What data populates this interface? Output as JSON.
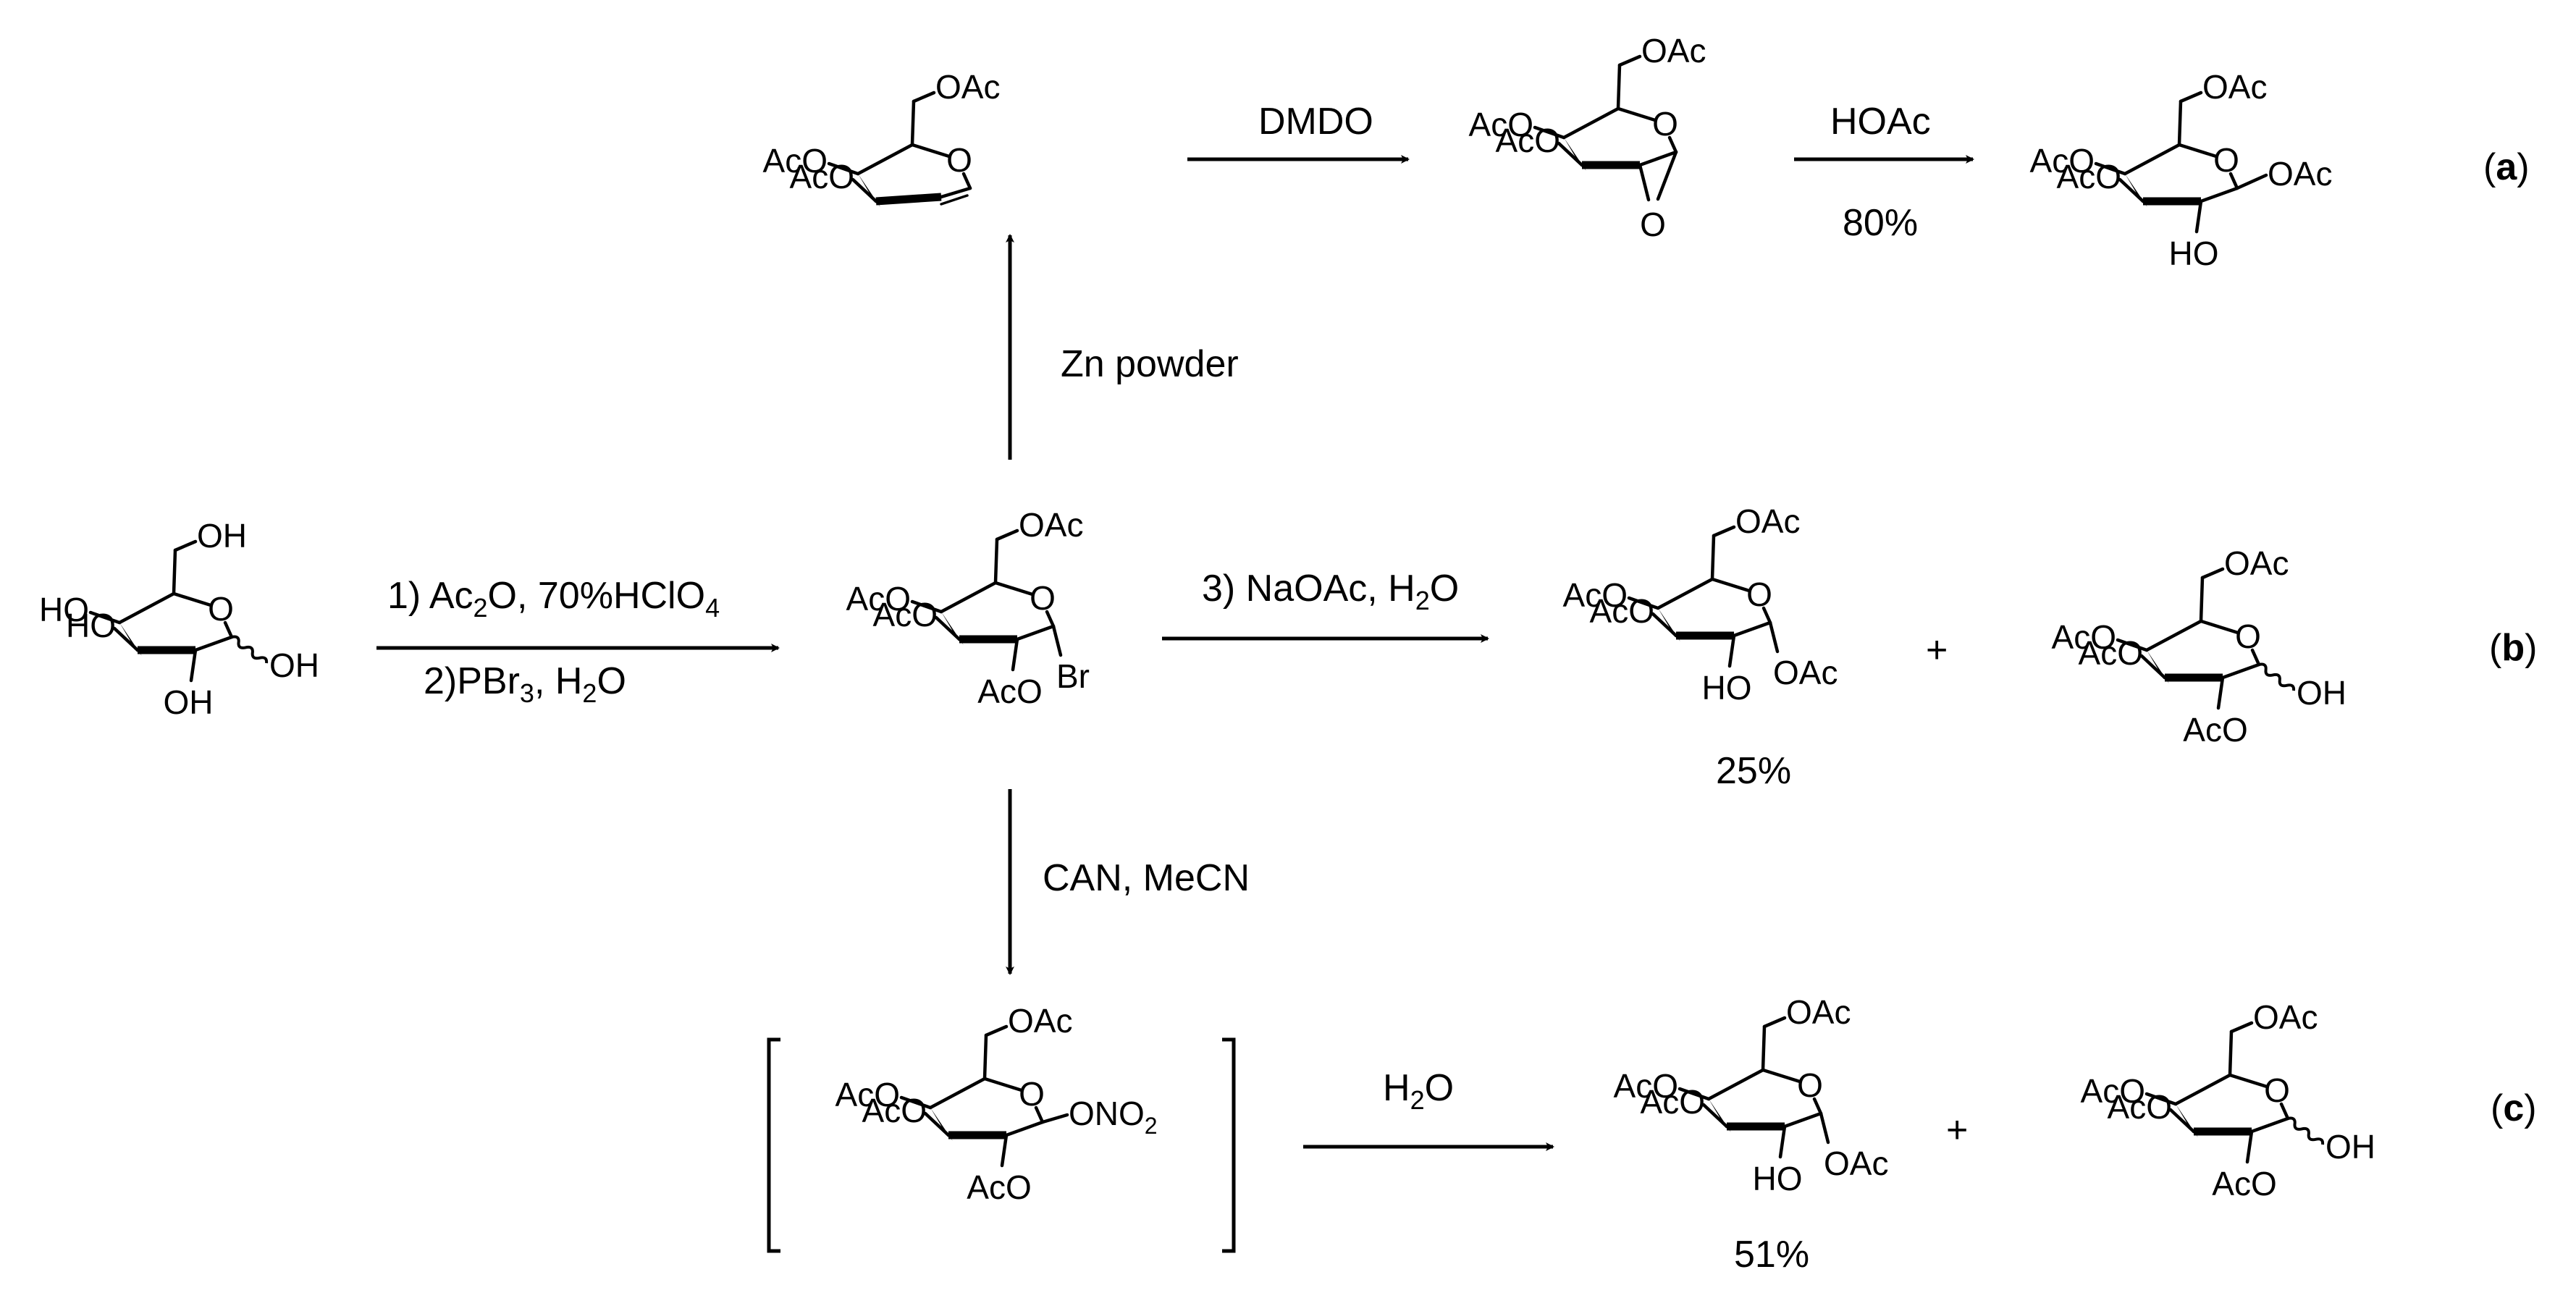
{
  "colors": {
    "ink": "#000000",
    "background": "#ffffff"
  },
  "substituents": {
    "oac": "OAc",
    "aco": "AcO",
    "oh": "OH",
    "ho": "HO",
    "br": "Br",
    "ring_o": "O",
    "onitrate": "ONO",
    "nitrate_sub": "2"
  },
  "reagents": {
    "glucose_step1_a": "1) Ac",
    "glucose_step1_sub": "2",
    "glucose_step1_b": "O, 70%HClO",
    "glucose_step1_sub2": "4",
    "glucose_step2_a": "2)PBr",
    "glucose_step2_sub": "3",
    "glucose_step2_b": ", H",
    "glucose_step2_sub2": "2",
    "glucose_step2_c": "O",
    "zn": "Zn powder",
    "dmdo": "DMDO",
    "hoac": "HOAc",
    "step3_a": "3) NaOAc, H",
    "step3_sub": "2",
    "step3_b": "O",
    "can": "CAN, MeCN",
    "water_a": "H",
    "water_sub": "2",
    "water_b": "O"
  },
  "yields": {
    "a": "80%",
    "b": "25%",
    "c": "51%"
  },
  "plus": "+",
  "routes": {
    "a": "(a)",
    "b": "(b)",
    "c": "(c)"
  },
  "route_letters": {
    "a": "a",
    "b": "b",
    "c": "c"
  }
}
